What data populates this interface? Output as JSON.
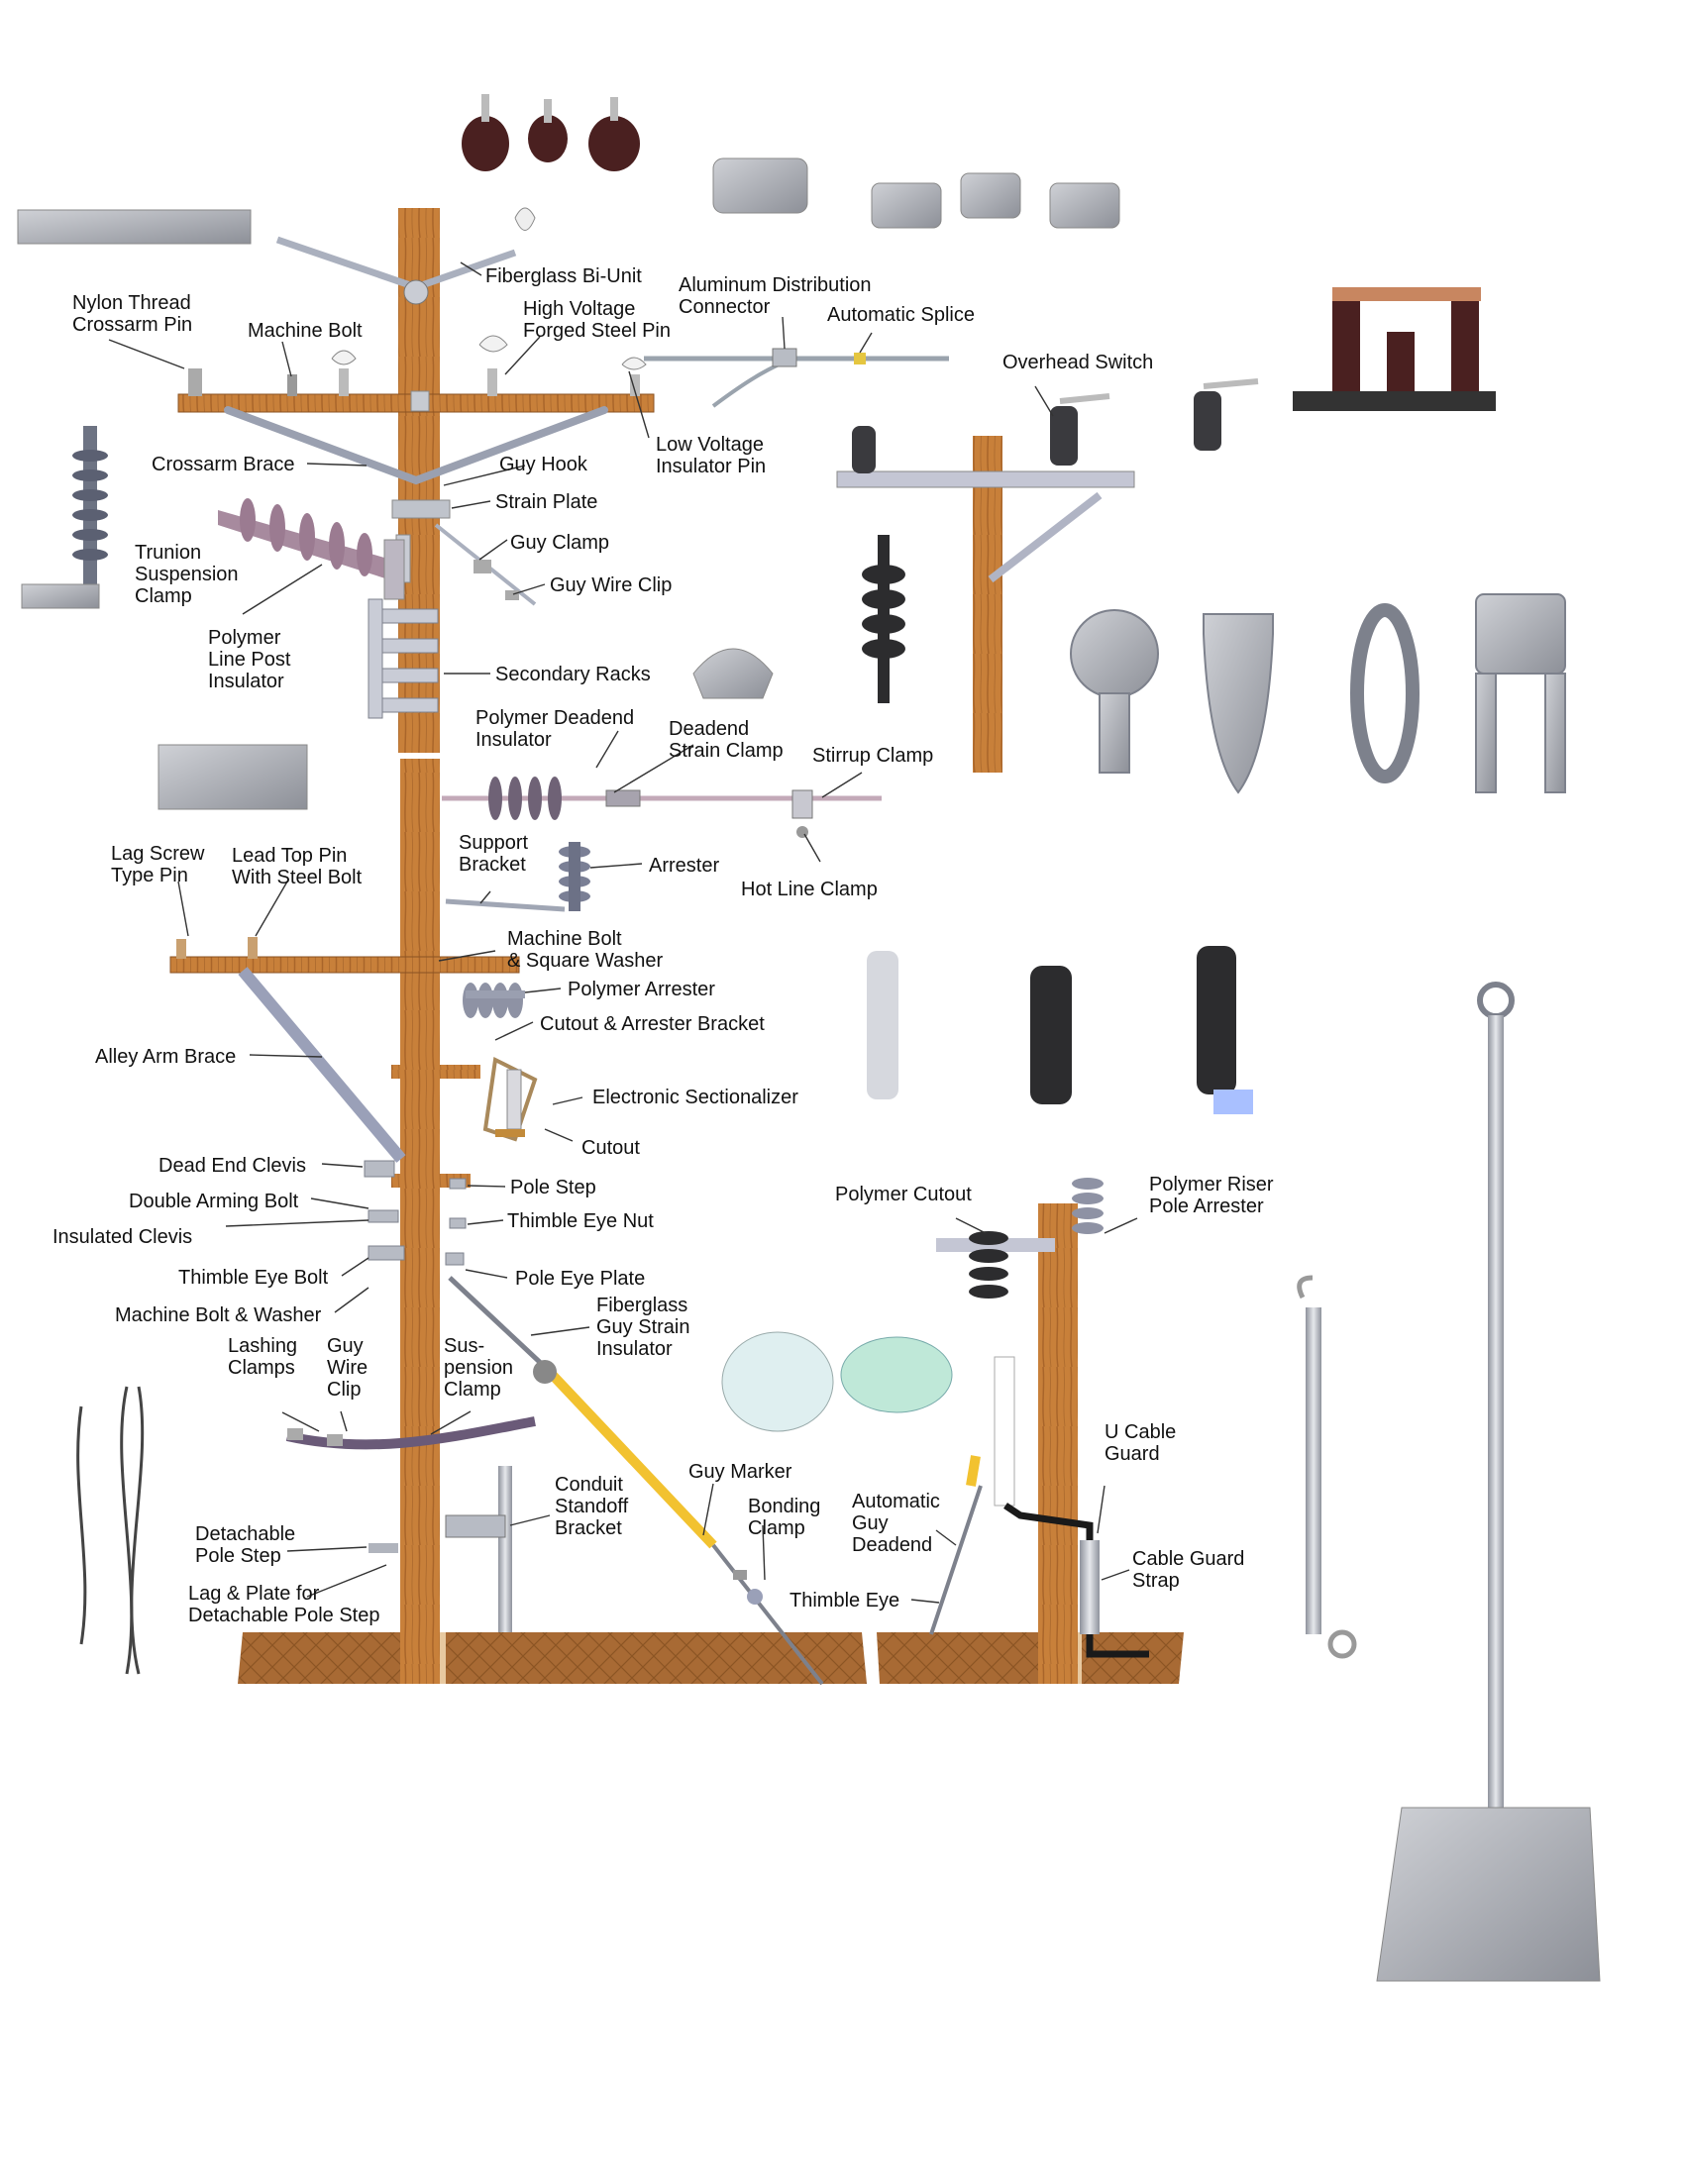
{
  "labels": {
    "fiberglass_bi_unit": [
      "Fiberglass Bi-Unit"
    ],
    "nylon_thread_crossarm_pin": [
      "Nylon Thread",
      "Crossarm Pin"
    ],
    "machine_bolt_top": [
      "Machine Bolt"
    ],
    "high_voltage_forged_steel_pin": [
      "High Voltage",
      "Forged Steel Pin"
    ],
    "aluminum_distribution_connector": [
      "Aluminum Distribution",
      "Connector"
    ],
    "automatic_splice": [
      "Automatic Splice"
    ],
    "overhead_switch": [
      "Overhead Switch"
    ],
    "crossarm_brace": [
      "Crossarm Brace"
    ],
    "guy_hook": [
      "Guy Hook"
    ],
    "low_voltage_insulator_pin": [
      "Low Voltage",
      "Insulator Pin"
    ],
    "strain_plate": [
      "Strain Plate"
    ],
    "trunion_suspension_clamp": [
      "Trunion",
      "Suspension",
      "Clamp"
    ],
    "guy_clamp": [
      "Guy Clamp"
    ],
    "guy_wire_clip_top": [
      "Guy Wire Clip"
    ],
    "polymer_line_post_insulator": [
      "Polymer",
      "Line Post",
      "Insulator"
    ],
    "secondary_racks": [
      "Secondary Racks"
    ],
    "polymer_deadend_insulator": [
      "Polymer Deadend",
      "Insulator"
    ],
    "deadend_strain_clamp": [
      "Deadend",
      "Strain Clamp"
    ],
    "stirrup_clamp": [
      "Stirrup Clamp"
    ],
    "lag_screw_type_pin": [
      "Lag Screw",
      "Type Pin"
    ],
    "lead_top_pin": [
      "Lead Top Pin",
      "With Steel Bolt"
    ],
    "support_bracket": [
      "Support",
      "Bracket"
    ],
    "arrester": [
      "Arrester"
    ],
    "hot_line_clamp": [
      "Hot Line Clamp"
    ],
    "machine_bolt_square_washer": [
      "Machine Bolt",
      "& Square Washer"
    ],
    "polymer_arrester": [
      "Polymer Arrester"
    ],
    "cutout_arrester_bracket": [
      "Cutout & Arrester Bracket"
    ],
    "alley_arm_brace": [
      "Alley Arm Brace"
    ],
    "electronic_sectionalizer": [
      "Electronic Sectionalizer"
    ],
    "cutout": [
      "Cutout"
    ],
    "dead_end_clevis": [
      "Dead End Clevis"
    ],
    "pole_step": [
      "Pole Step"
    ],
    "double_arming_bolt": [
      "Double Arming Bolt"
    ],
    "thimble_eye_nut": [
      "Thimble Eye Nut"
    ],
    "insulated_clevis": [
      "Insulated Clevis"
    ],
    "polymer_cutout": [
      "Polymer Cutout"
    ],
    "polymer_riser_pole_arrester": [
      "Polymer Riser",
      "Pole Arrester"
    ],
    "thimble_eye_bolt": [
      "Thimble Eye Bolt"
    ],
    "pole_eye_plate": [
      "Pole Eye Plate"
    ],
    "machine_bolt_washer": [
      "Machine Bolt & Washer"
    ],
    "fiberglass_guy_strain_insulator": [
      "Fiberglass",
      "Guy Strain",
      "Insulator"
    ],
    "lashing_clamps": [
      "Lashing",
      "Clamps"
    ],
    "guy_wire_clip_bottom": [
      "Guy",
      "Wire",
      "Clip"
    ],
    "suspension_clamp": [
      "Sus-",
      "pension",
      "Clamp"
    ],
    "u_cable_guard": [
      "U Cable",
      "Guard"
    ],
    "guy_marker": [
      "Guy Marker"
    ],
    "conduit_standoff_bracket": [
      "Conduit",
      "Standoff",
      "Bracket"
    ],
    "bonding_clamp": [
      "Bonding",
      "Clamp"
    ],
    "automatic_guy_deadend": [
      "Automatic",
      "Guy",
      "Deadend"
    ],
    "detachable_pole_step": [
      "Detachable",
      "Pole Step"
    ],
    "cable_guard_strap": [
      "Cable Guard",
      "Strap"
    ],
    "lag_plate_detachable": [
      "Lag & Plate for",
      "Detachable Pole Step"
    ],
    "thimble_eye": [
      "Thimble Eye"
    ]
  },
  "colors": {
    "wood": "#c8803a",
    "wood_dark": "#8a5222",
    "metal": "#b9bcc4",
    "metal_dark": "#7d818c",
    "porcelain": "#4a2020",
    "polymer_gray": "#6d7383",
    "polymer_black": "#2c2c2e",
    "ground": "#a86a34",
    "guy_yellow": "#f2c230",
    "cable_black": "#1a1a1a",
    "glass_green": "#9fd8c9"
  }
}
